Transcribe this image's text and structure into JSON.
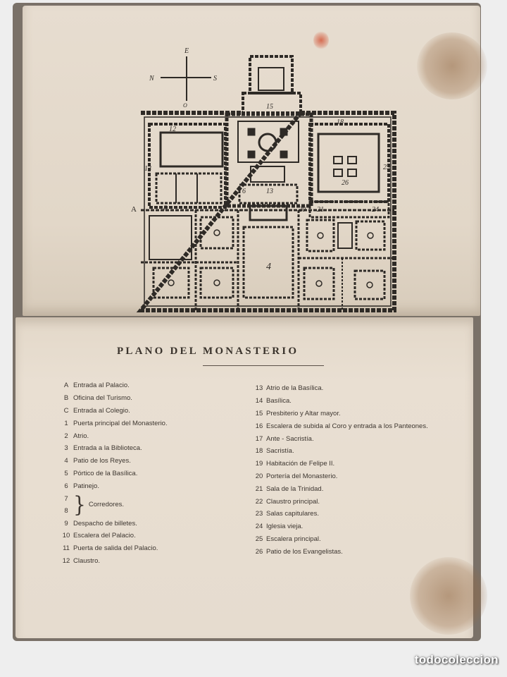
{
  "compass": {
    "north": "N",
    "south": "S",
    "east": "E",
    "west": "O"
  },
  "plan_labels": {
    "l12": "12",
    "l15": "15",
    "l18": "18",
    "l13": "13",
    "l23": "23",
    "l26": "26",
    "lA": "A",
    "l8": "8",
    "l6": "6",
    "l13b": "13",
    "l20": "20",
    "l21": "21",
    "l24": "24",
    "l4": "4"
  },
  "legend_title": "PLANO DEL MONASTERIO",
  "legend_left": [
    {
      "key": "A",
      "text": "Entrada al Palacio."
    },
    {
      "key": "B",
      "text": "Oficina del Turismo."
    },
    {
      "key": "C",
      "text": "Entrada al Colegio."
    },
    {
      "key": "1",
      "text": "Puerta principal del Monasterio."
    },
    {
      "key": "2",
      "text": "Atrio."
    },
    {
      "key": "3",
      "text": "Entrada a la Biblioteca."
    },
    {
      "key": "4",
      "text": "Patio de los Reyes."
    },
    {
      "key": "5",
      "text": "Pórtico de la Basílica."
    },
    {
      "key": "6",
      "text": "Patinejo."
    }
  ],
  "legend_brace": {
    "key1": "7",
    "key2": "8",
    "text": "Corredores."
  },
  "legend_left2": [
    {
      "key": "9",
      "text": "Despacho de billetes."
    },
    {
      "key": "10",
      "text": "Escalera del Palacio."
    },
    {
      "key": "11",
      "text": "Puerta de salida del Palacio."
    },
    {
      "key": "12",
      "text": "Claustro."
    }
  ],
  "legend_right": [
    {
      "key": "13",
      "text": "Atrio de la Basílica."
    },
    {
      "key": "14",
      "text": "Basílica."
    },
    {
      "key": "15",
      "text": "Presbiterio y Altar mayor."
    },
    {
      "key": "16",
      "text": "Escalera de subida al Coro y entrada a los Panteones."
    },
    {
      "key": "17",
      "text": "Ante - Sacristía."
    },
    {
      "key": "18",
      "text": "Sacristía."
    },
    {
      "key": "19",
      "text": "Habitación de Felipe II."
    },
    {
      "key": "20",
      "text": "Portería del Monasterio."
    },
    {
      "key": "21",
      "text": "Sala de la Trinidad."
    },
    {
      "key": "22",
      "text": "Claustro principal."
    },
    {
      "key": "23",
      "text": "Salas capitulares."
    },
    {
      "key": "24",
      "text": "Iglesia vieja."
    },
    {
      "key": "25",
      "text": "Escalera principal."
    },
    {
      "key": "26",
      "text": "Patio de los Evangelistas."
    }
  ],
  "watermark": "todocoleccion",
  "colors": {
    "ink": "#2e2a26",
    "paper": "#e6dccf",
    "stain": "#8c5f37"
  }
}
